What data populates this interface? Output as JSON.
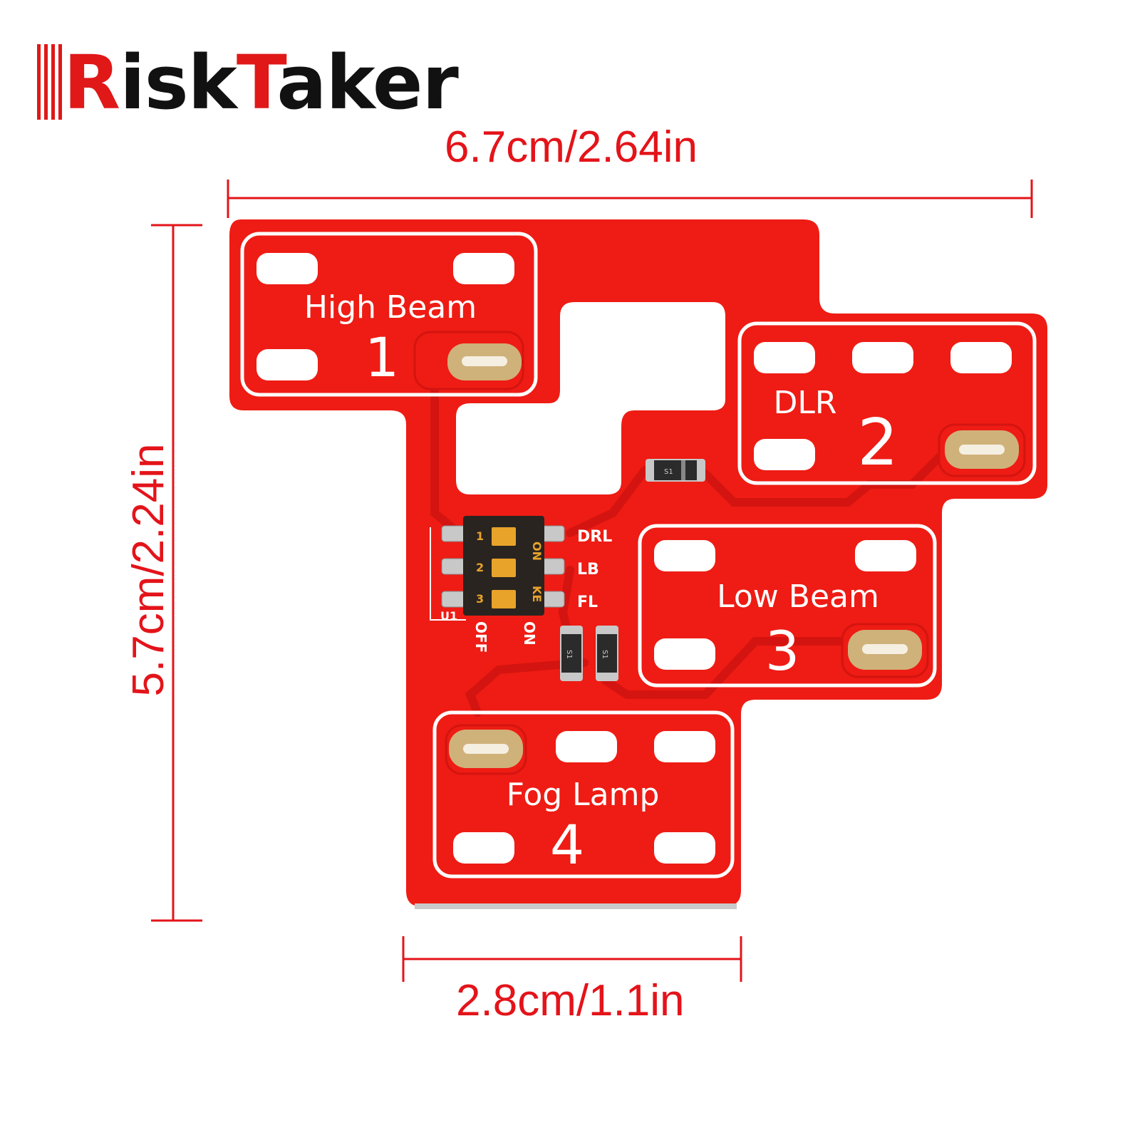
{
  "logo": {
    "text_cap_1": "R",
    "text_rest_1": "isk",
    "text_cap_2": "T",
    "text_rest_2": "aker",
    "accent_color": "#e01818"
  },
  "dimensions": {
    "width": "6.7cm/2.64in",
    "height": "5.7cm/2.24in",
    "fog_width": "2.8cm/1.1in",
    "line_color": "#e3141a"
  },
  "board": {
    "color": "#ee1c14",
    "silk_color": "#ffffff",
    "pads": [
      {
        "name": "High Beam",
        "number": "1"
      },
      {
        "name": "DLR",
        "number": "2"
      },
      {
        "name": "Low Beam",
        "number": "3"
      },
      {
        "name": "Fog Lamp",
        "number": "4"
      }
    ],
    "switch": {
      "positions": [
        "1",
        "2",
        "3"
      ],
      "on_label": "ON",
      "ke_label": "KE",
      "outputs": [
        "DRL",
        "LB",
        "FL"
      ],
      "designator": "U1",
      "off_label": "OFF",
      "on_bottom_label": "ON"
    },
    "diode_marking": "S1"
  }
}
